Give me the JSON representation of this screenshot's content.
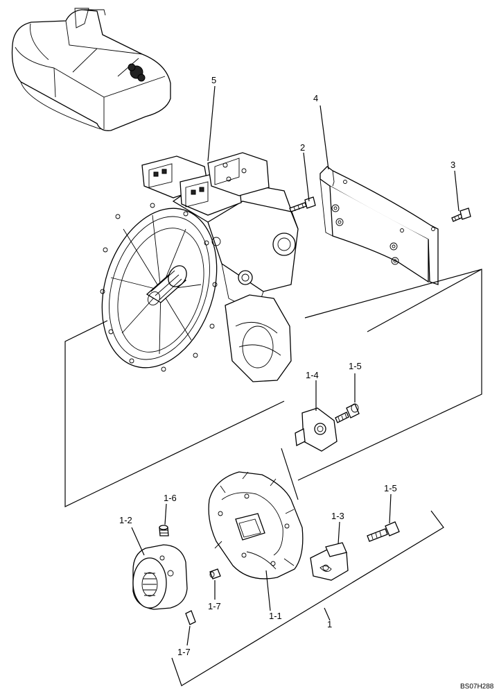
{
  "callouts": {
    "c5": "5",
    "c4": "4",
    "c3": "3",
    "c2": "2",
    "c1_4": "1-4",
    "c1_5_top": "1-5",
    "c1_5_bottom": "1-5",
    "c1_6": "1-6",
    "c1_2": "1-2",
    "c1_3": "1-3",
    "c1_7_mid": "1-7",
    "c1_7_bottom": "1-7",
    "c1_1": "1-1",
    "c1": "1"
  },
  "drawing_code": "BS07H288"
}
